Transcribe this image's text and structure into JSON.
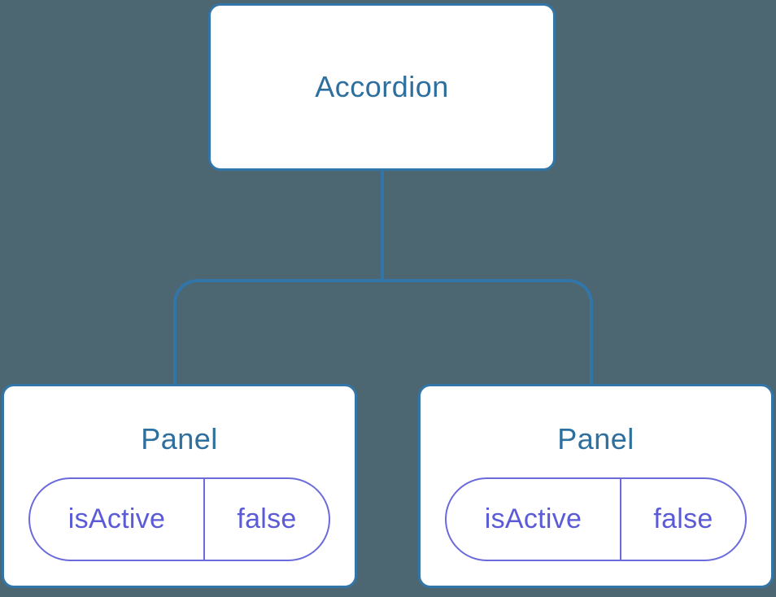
{
  "colors": {
    "background": "#4C6672",
    "node_fill": "#FFFFFF",
    "node_border": "#3276A9",
    "node_text": "#2E6F9E",
    "connector": "#3276A9",
    "state_border": "#6B6BDB",
    "state_text": "#5B5BD8"
  },
  "tree": {
    "root": {
      "label": "Accordion"
    },
    "children": [
      {
        "label": "Panel",
        "state": {
          "key": "isActive",
          "value": "false"
        }
      },
      {
        "label": "Panel",
        "state": {
          "key": "isActive",
          "value": "false"
        }
      }
    ]
  }
}
